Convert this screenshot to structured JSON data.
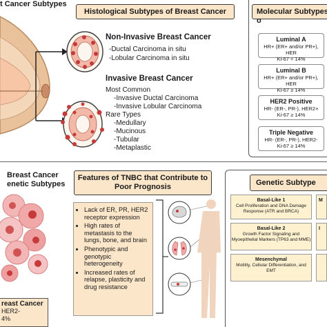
{
  "top_left": {
    "title": "t Cancer Subtypes"
  },
  "histo": {
    "header": "Histological Subtypes of Breast Cancer",
    "noninvasive_title": "Non-Invasive Breast Cancer",
    "noninvasive_items": [
      "-Ductal Carcinoma in situ",
      "-Lobular Carcinoma in situ"
    ],
    "invasive_title": "Invasive Breast Cancer",
    "most_common_label": "Most Common",
    "most_common_items": [
      "-Invasive Ductal Carcinoma",
      "-Invasive Lobular Carcinoma"
    ],
    "rare_label": "Rare Types",
    "rare_items": [
      "-Medullary",
      "-Mucinous",
      "-Tubular",
      "-Metaplastic"
    ]
  },
  "molecular": {
    "header": "Molecular Subtypes o",
    "cards": [
      {
        "title": "Luminal A",
        "line1": "HR+ (ER+ and/or PR+), HER",
        "line2": "Ki-67 < 14%"
      },
      {
        "title": "Luminal B",
        "line1": "HR+ (ER+ and/or PR+), HER",
        "line2": "Ki-67 ≥ 14%"
      },
      {
        "title": "HER2 Positive",
        "line1": "HR- (ER-, PR-), HER2+",
        "line2": "Ki-67 ≥ 14%"
      },
      {
        "title": "Triple Negative",
        "line1": "HR- (ER-, PR-), HER2-",
        "line2": "Ki-67 ≥ 14%"
      }
    ]
  },
  "bottom_left": {
    "title_line1": "Breast Cancer",
    "title_line2": "enetic Subtypes",
    "footer_line1": "reast Cancer",
    "footer_line2": "HER2-",
    "footer_line3": "4%"
  },
  "tnbc": {
    "header_line1": "Features of TNBC that Contribute to",
    "header_line2": "Poor Prognosis",
    "features": [
      "Lack of ER, PR, HER2 receptor expression",
      "High rates of metastasis to the lungs, bone, and brain",
      "Phenotypic and genotypic heterogeneity",
      "Increased rates of relapse, plasticity and drug resistance"
    ]
  },
  "genetic": {
    "header": "Genetic Subtype",
    "cards": [
      {
        "title": "Basal-Like 1",
        "desc": "Cell Proliferation and DNA Damage Response (ATR and BRCA)"
      },
      {
        "title": "Basal-Like 2",
        "desc": "Growth Factor Signaling and Myoepithelial Markers (TP63 and MME)"
      },
      {
        "title": "Mesenchymal",
        "desc": "Motility, Cellular Differentiation, and EMT"
      }
    ],
    "side_cards": [
      "M",
      "I",
      ""
    ]
  },
  "colors": {
    "header_bg": "#fbe6c9",
    "breast_skin": "#e9c19a",
    "tumor_red": "#c63a3a",
    "duct_pink": "#f2b8a8",
    "card_yellow": "#fdf1cf"
  }
}
